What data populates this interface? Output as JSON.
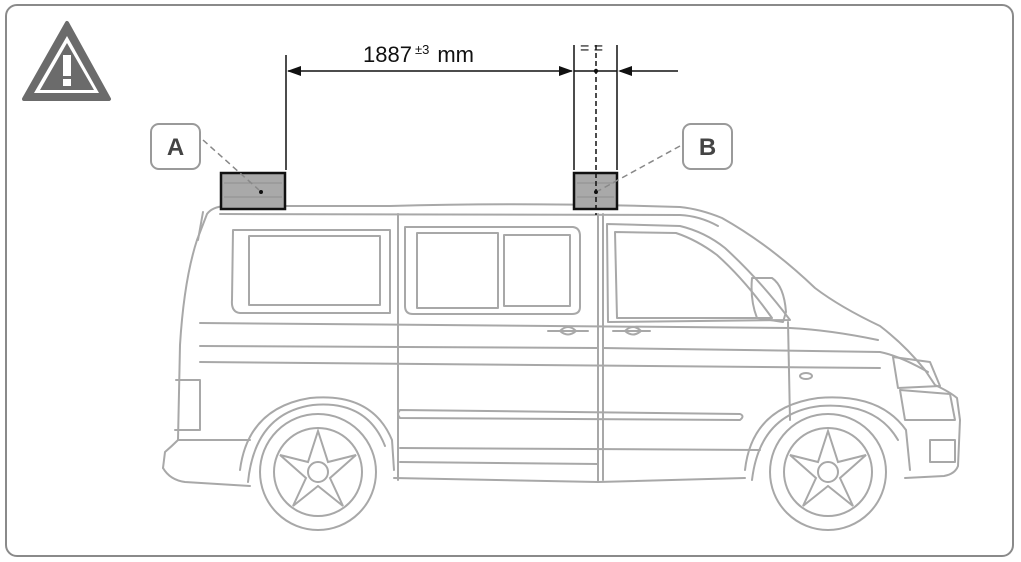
{
  "dimension": {
    "value": "1887",
    "tolerance": "±3",
    "unit": "mm"
  },
  "equal_marks": "= =",
  "callouts": {
    "a": "A",
    "b": "B"
  },
  "warning_icon": "warning-triangle-exclamation",
  "colors": {
    "frame": "#8a8a8a",
    "van_outline": "#a8a8a8",
    "bracket_fill": "#a9a9a9",
    "warning_fill": "#6b6b6b",
    "dimension_lines": "#111111"
  }
}
